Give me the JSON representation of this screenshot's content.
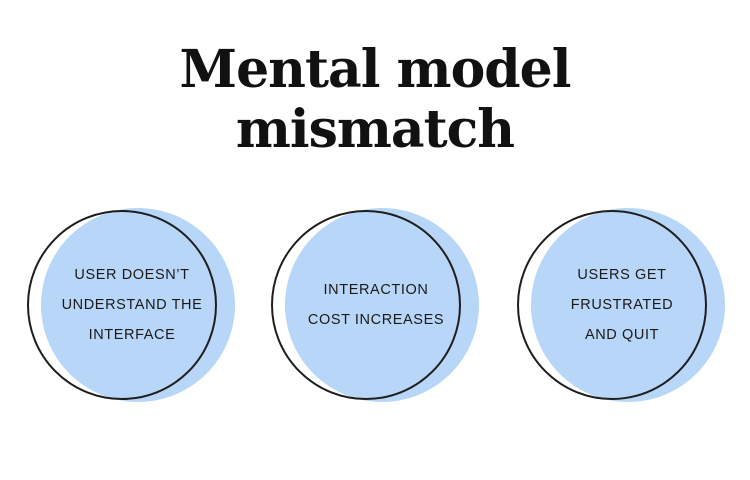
{
  "title": {
    "line1": "Mental model",
    "line2": "mismatch"
  },
  "colors": {
    "circle_fill": "#b8d6f7",
    "outline": "#1e1e1e",
    "text": "#1a1a1a",
    "background": "#ffffff"
  },
  "steps": [
    {
      "lines": [
        "USER DOESN’T",
        "UNDERSTAND THE",
        "INTERFACE"
      ]
    },
    {
      "lines": [
        "INTERACTION",
        "COST INCREASES"
      ]
    },
    {
      "lines": [
        "USERS GET",
        "FRUSTRATED",
        "AND QUIT"
      ]
    }
  ]
}
